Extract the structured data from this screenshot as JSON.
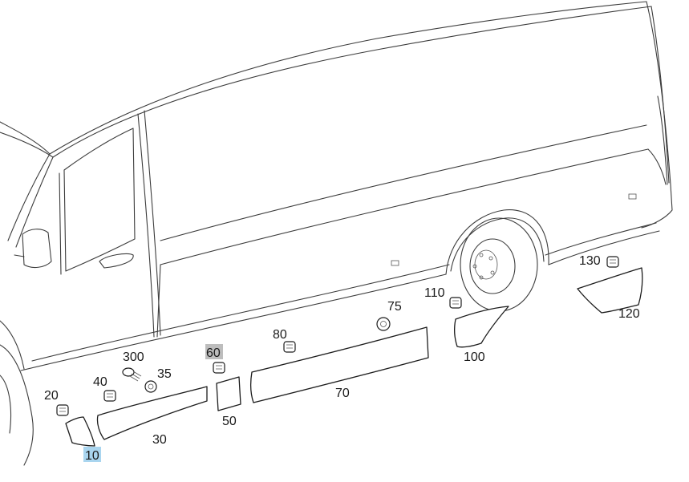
{
  "diagram": {
    "part_labels": [
      "10",
      "20",
      "30",
      "35",
      "40",
      "50",
      "60",
      "70",
      "75",
      "80",
      "100",
      "110",
      "120",
      "130",
      "300"
    ],
    "highlights": {
      "10": "#a9d5ef",
      "60": "#bdbdbd"
    }
  }
}
